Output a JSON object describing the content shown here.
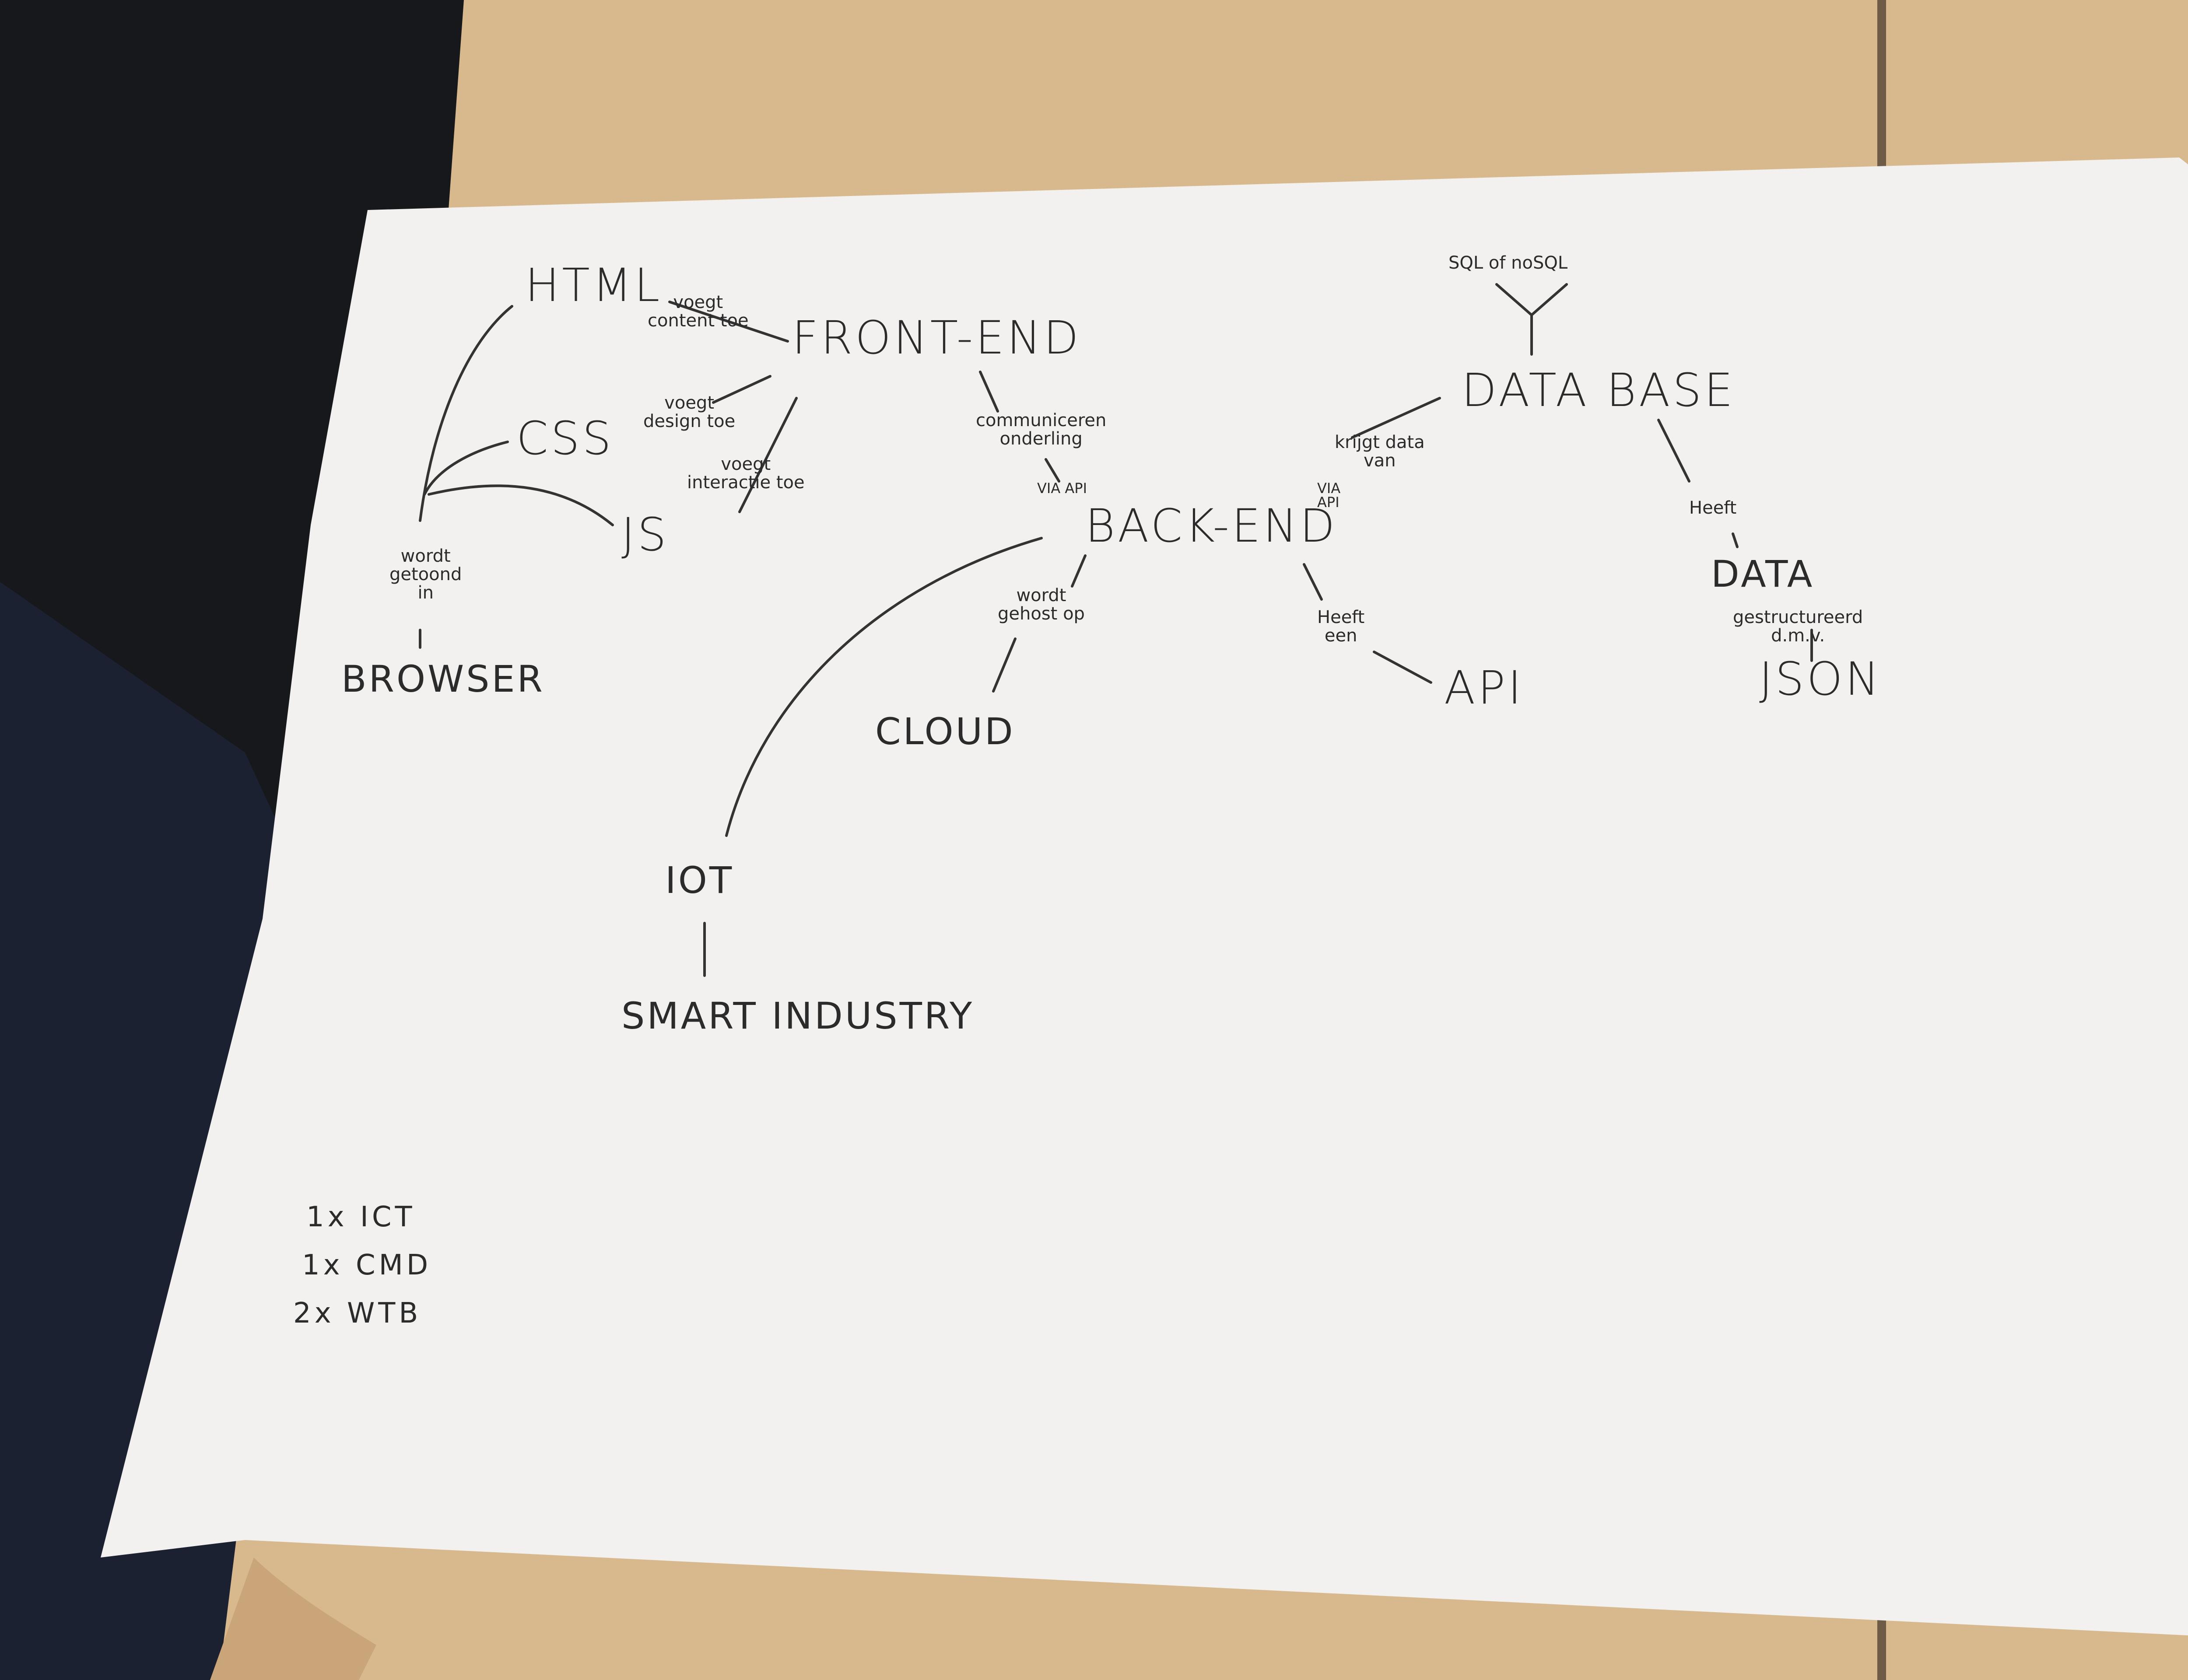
{
  "photo": {
    "subject": "hand-drawn mind map on a large sheet of paper lying on a table",
    "colors": {
      "table": "#d8b98e",
      "paper": "#f2f1ef",
      "cloth": "#1b1c22",
      "ink": "#2b2b2b"
    }
  },
  "nodes": {
    "html": "HTML",
    "css": "CSS",
    "js": "JS",
    "frontend": "FRONT-END",
    "browser": "BROWSER",
    "backend": "BACK-END",
    "database": "DATA BASE",
    "sql": "SQL of noSQL",
    "data": "DATA",
    "json": "JSON",
    "api": "API",
    "cloud": "CLOUD",
    "iot": "IOT",
    "smart_industry": "SMART INDUSTRY"
  },
  "edges": {
    "html_frontend": [
      "voegt",
      "content toe"
    ],
    "css_frontend": [
      "voegt",
      "design toe"
    ],
    "js_frontend": [
      "voegt",
      "interactie toe"
    ],
    "browser_link": [
      "wordt",
      "getoond",
      "in"
    ],
    "front_back": [
      "communiceren",
      "onderling"
    ],
    "via_api_1": "VIA API",
    "back_db": [
      "krijgt data",
      "van"
    ],
    "via_api_2": [
      "VIA",
      "API"
    ],
    "db_data": "Heeft",
    "data_json": [
      "gestructureerd",
      "d.m.v."
    ],
    "back_api": [
      "Heeft",
      "een"
    ],
    "back_cloud": [
      "wordt",
      "gehost op"
    ]
  },
  "legend": {
    "rows": [
      {
        "count": "1x",
        "label": "ICT"
      },
      {
        "count": "1x",
        "label": "CMD"
      },
      {
        "count": "2x",
        "label": "WTB"
      }
    ]
  }
}
